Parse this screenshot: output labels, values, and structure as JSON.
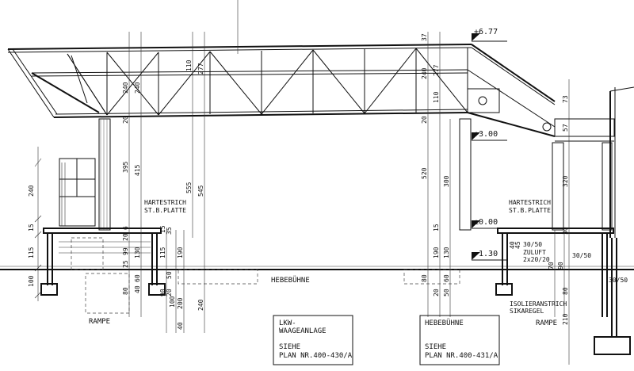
{
  "levels": {
    "top": "+6.77",
    "upper": "+3.00",
    "zero": "±0.00",
    "pit": "-1.30"
  },
  "labels": {
    "screed_left_1": "HARTESTRICH",
    "screed_left_2": "ST.B.PLATTE",
    "screed_right_1": "HARTESTRICH",
    "screed_right_2": "ST.B.PLATTE",
    "lift_center": "HEBEBÜHNE",
    "ramp_left": "RAMPE",
    "ramp_right": "RAMPE",
    "dim_3050_a": "30/50",
    "supply_air": "ZULUFT",
    "supply_size": "2x20/20",
    "dim_3050_b": "30/50",
    "dim_3050_c": "30/50",
    "insulation_1": "ISOLIERANSTRICH",
    "insulation_2": "SIKAREGEL"
  },
  "boxes": {
    "scale": {
      "line1": "LKW-",
      "line2": "WAAGEANLAGE",
      "line3": "SIEHE",
      "line4": "PLAN NR.400-430/A"
    },
    "lift": {
      "line1": "HEBEBÜHNE",
      "line3": "SIEHE",
      "line4": "PLAN NR.400-431/A"
    }
  },
  "dimensions": {
    "left_240": "240",
    "left_15": "15",
    "left_115": "115",
    "left_100": "100",
    "roof_240": "240",
    "roof_240b": "240",
    "roof_110": "110",
    "roof_277": "277",
    "roof_20": "20",
    "col_395": "395",
    "col_415": "415",
    "col_555": "555",
    "col_545": "545",
    "mid_6": "6",
    "mid_20": "20",
    "mid_99": "99",
    "mid_25": "25",
    "mid_130": "130",
    "mid_115": "115",
    "mid_190": "190",
    "mid_15": "15",
    "mid_35": "35",
    "low_80": "80",
    "low_40": "40",
    "low_60": "60",
    "low_90": "90",
    "low_20": "20",
    "low_50": "50",
    "low_100": "100",
    "low_200": "200",
    "low_240": "240",
    "low_40b": "40",
    "r_37": "37",
    "r_240": "240",
    "r_277": "277",
    "r_110": "110",
    "r_20": "20",
    "r_520": "520",
    "r_300": "300",
    "r_190": "190",
    "r_130": "130",
    "r_15": "15",
    "r_80": "80",
    "r_60": "60",
    "r_20b": "20",
    "r_50": "50",
    "r_40": "40",
    "r_45": "45",
    "r_30": "30",
    "r_80b": "80",
    "r_73": "73",
    "r_57": "57",
    "r_320": "320",
    "r_210": "210",
    "r_70": "70",
    "r_90": "90"
  }
}
